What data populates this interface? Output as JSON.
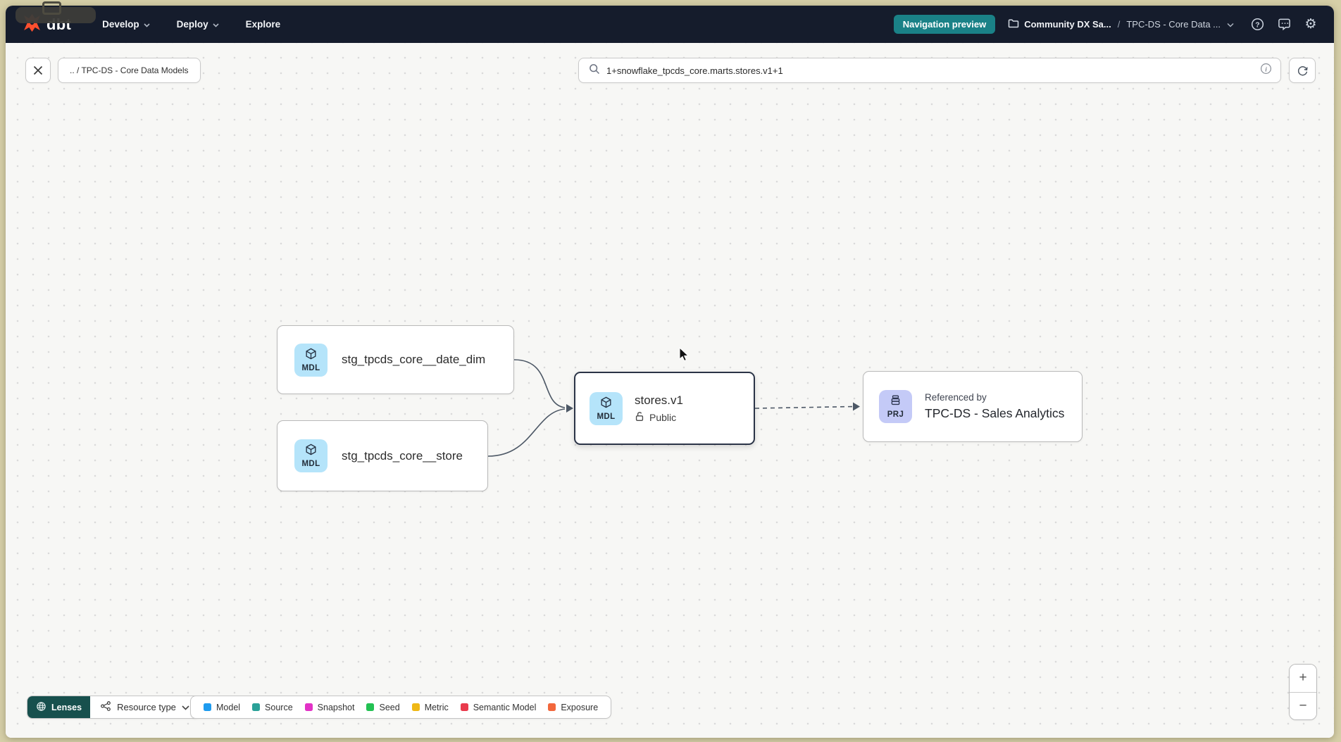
{
  "navbar": {
    "logo_text": "dbt",
    "menus": [
      {
        "label": "Develop"
      },
      {
        "label": "Deploy"
      },
      {
        "label": "Explore"
      }
    ],
    "preview_badge": "Navigation preview",
    "breadcrumb": {
      "project": "Community DX Sa...",
      "separator": "/",
      "environment": "TPC-DS - Core Data ..."
    }
  },
  "toolbar": {
    "path_chip": ".. / TPC-DS - Core Data Models",
    "search_value": "1+snowflake_tpcds_core.marts.stores.v1+1"
  },
  "graph": {
    "nodes": [
      {
        "badge": "MDL",
        "title": "stg_tpcds_core__date_dim"
      },
      {
        "badge": "MDL",
        "title": "stg_tpcds_core__store"
      },
      {
        "badge": "MDL",
        "title": "stores.v1",
        "subtitle": "Public"
      },
      {
        "badge": "PRJ",
        "eyebrow": "Referenced by",
        "title": "TPC-DS - Sales Analytics"
      }
    ],
    "badge_colors": {
      "model": "#b5e4fa",
      "project": "#c4caf7"
    }
  },
  "footer": {
    "lenses_label": "Lenses",
    "resource_type_label": "Resource type",
    "legend": [
      {
        "label": "Model",
        "color": "#1e9bef"
      },
      {
        "label": "Source",
        "color": "#2aa198"
      },
      {
        "label": "Snapshot",
        "color": "#e232c6"
      },
      {
        "label": "Seed",
        "color": "#23c153"
      },
      {
        "label": "Metric",
        "color": "#efb816"
      },
      {
        "label": "Semantic Model",
        "color": "#e93a4c"
      },
      {
        "label": "Exposure",
        "color": "#f2673c"
      }
    ],
    "zoom_in": "+",
    "zoom_out": "−"
  },
  "colors": {
    "navbar_bg": "#151c2c",
    "accent_teal": "#1a8187",
    "brand_orange": "#ff4f2e",
    "selected_node_border": "#2b3447"
  }
}
